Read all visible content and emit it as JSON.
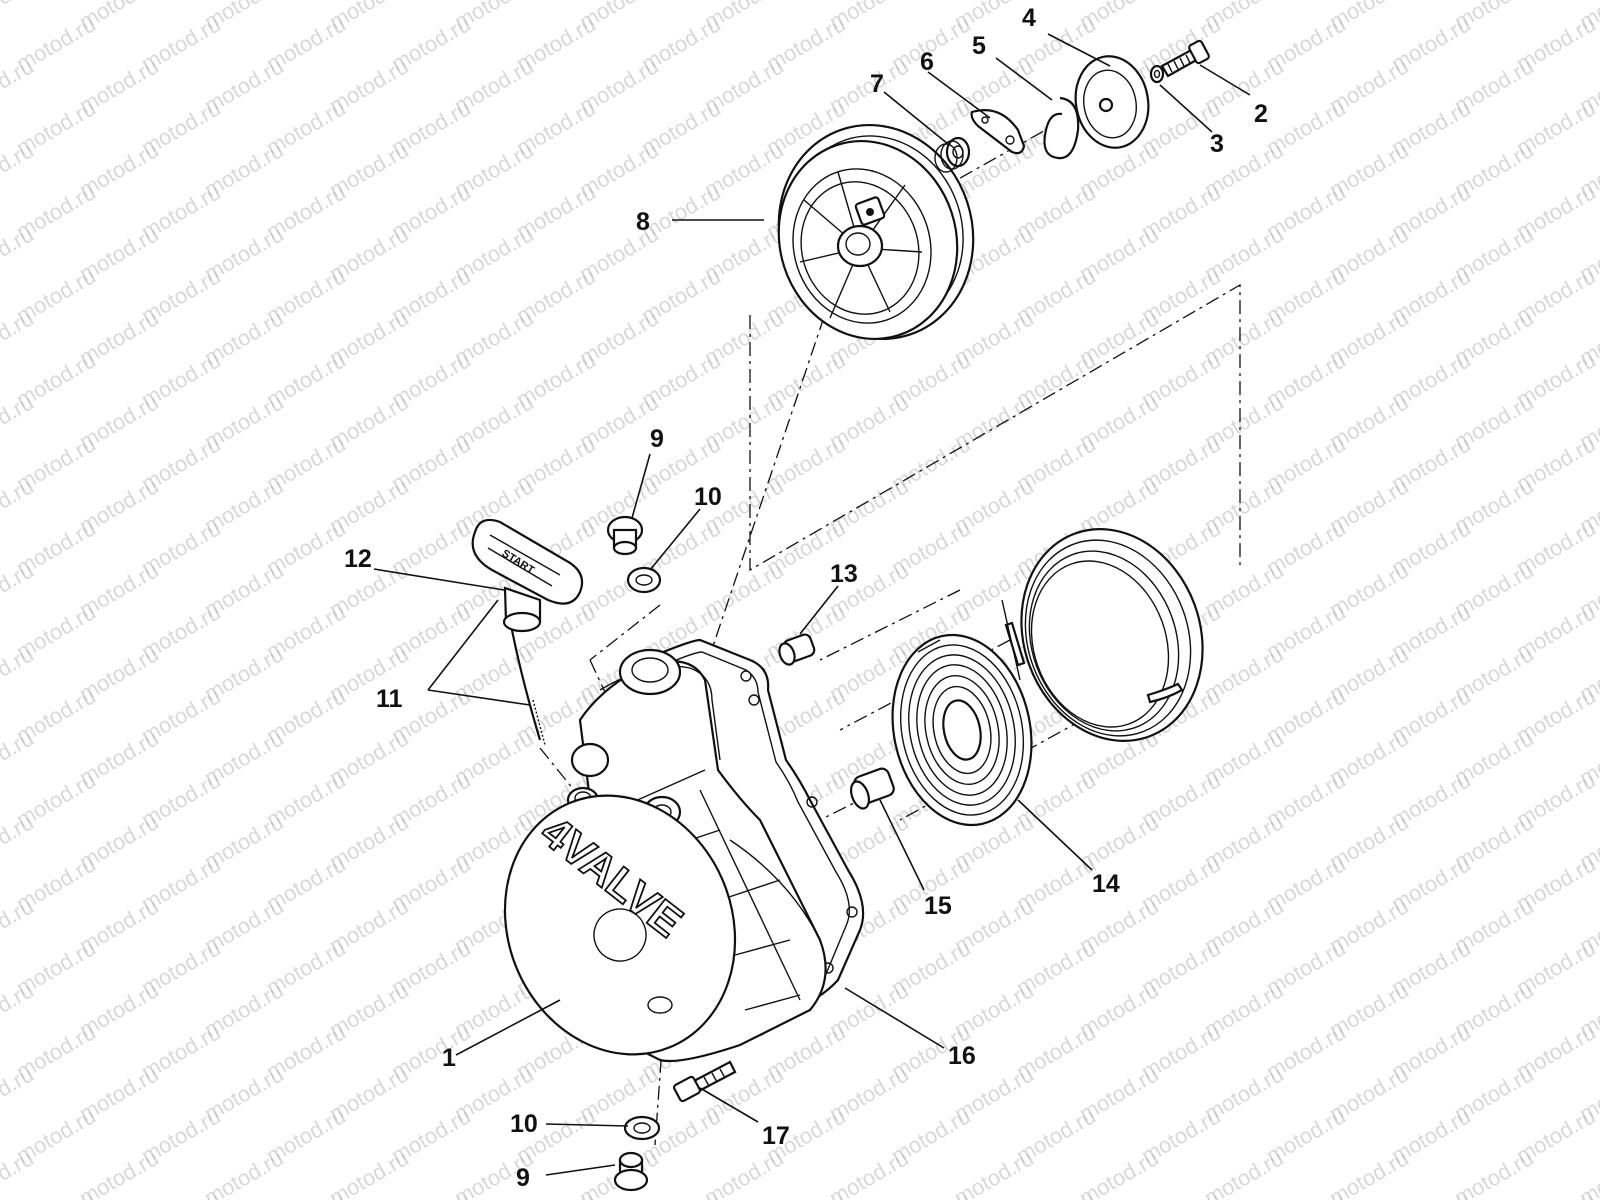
{
  "watermark": {
    "text": "motod.ru"
  },
  "cover_text": {
    "embossed": "4VALVE",
    "grip": "START"
  },
  "callouts": [
    {
      "id": "c1",
      "label": "1"
    },
    {
      "id": "c2",
      "label": "2"
    },
    {
      "id": "c3",
      "label": "3"
    },
    {
      "id": "c4",
      "label": "4"
    },
    {
      "id": "c5",
      "label": "5"
    },
    {
      "id": "c6",
      "label": "6"
    },
    {
      "id": "c7",
      "label": "7"
    },
    {
      "id": "c8",
      "label": "8"
    },
    {
      "id": "c9a",
      "label": "9"
    },
    {
      "id": "c9b",
      "label": "9"
    },
    {
      "id": "c10a",
      "label": "10"
    },
    {
      "id": "c10b",
      "label": "10"
    },
    {
      "id": "c11",
      "label": "11"
    },
    {
      "id": "c12",
      "label": "12"
    },
    {
      "id": "c13",
      "label": "13"
    },
    {
      "id": "c14",
      "label": "14"
    },
    {
      "id": "c15",
      "label": "15"
    },
    {
      "id": "c16",
      "label": "16"
    },
    {
      "id": "c17",
      "label": "17"
    }
  ]
}
